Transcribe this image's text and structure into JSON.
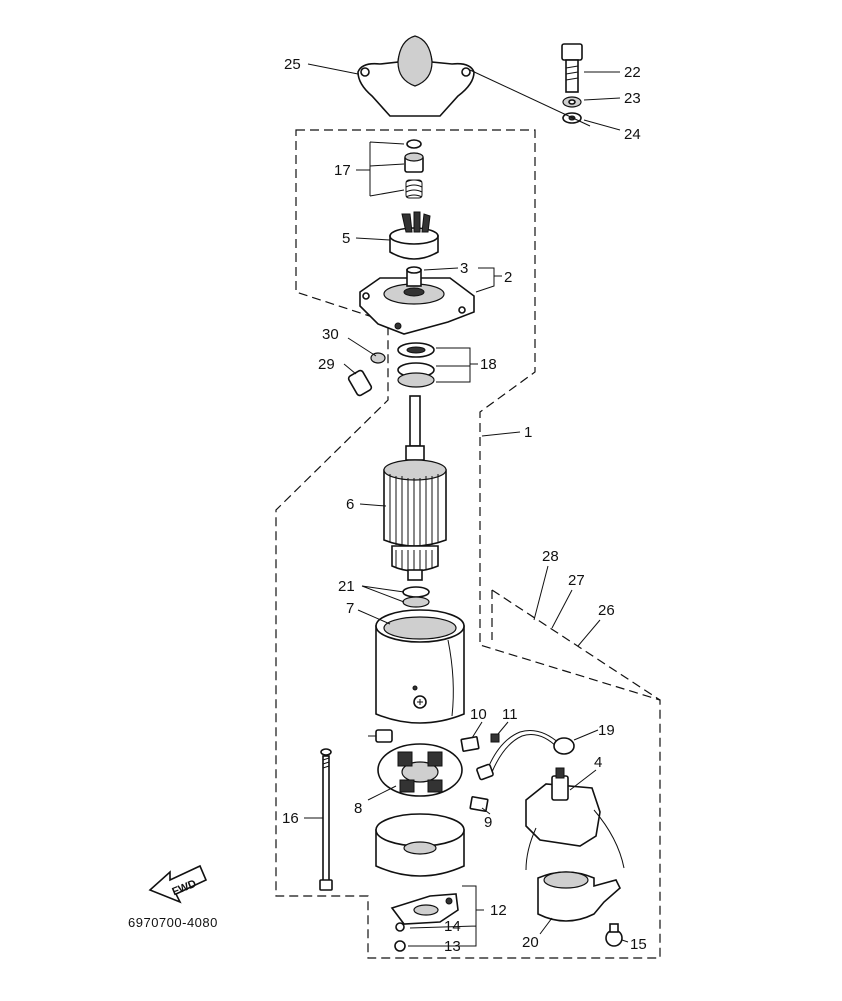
{
  "callouts": {
    "c1": "1",
    "c2": "2",
    "c3": "3",
    "c4": "4",
    "c5": "5",
    "c6": "6",
    "c7": "7",
    "c8": "8",
    "c9": "9",
    "c10": "10",
    "c11": "11",
    "c12": "12",
    "c13": "13",
    "c14": "14",
    "c15": "15",
    "c16": "16",
    "c17": "17",
    "c18": "18",
    "c19": "19",
    "c20": "20",
    "c21": "21",
    "c22": "22",
    "c23": "23",
    "c24": "24",
    "c25": "25",
    "c26": "26",
    "c27": "27",
    "c28": "28",
    "c29": "29",
    "c30": "30"
  },
  "fwd_label": "FWD",
  "drawing_code": "6970700-4080"
}
